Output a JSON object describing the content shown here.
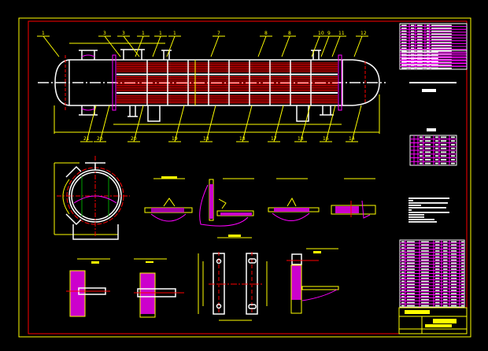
{
  "drawing": {
    "colors": {
      "background": "#000000",
      "frame": "#ffff00",
      "border": "#ff0000",
      "outline": "#ffffff",
      "hatch": "#ff00ff",
      "tubes": "#ff0000"
    },
    "top_leaders": [
      "1",
      "3",
      "3",
      "1",
      "1",
      "1",
      "7",
      "8",
      "8",
      "10",
      "9",
      "11",
      "12"
    ],
    "bottom_leaders": [
      "21",
      "20",
      "20",
      "19",
      "18",
      "18",
      "17",
      "18",
      "16",
      "14"
    ]
  }
}
